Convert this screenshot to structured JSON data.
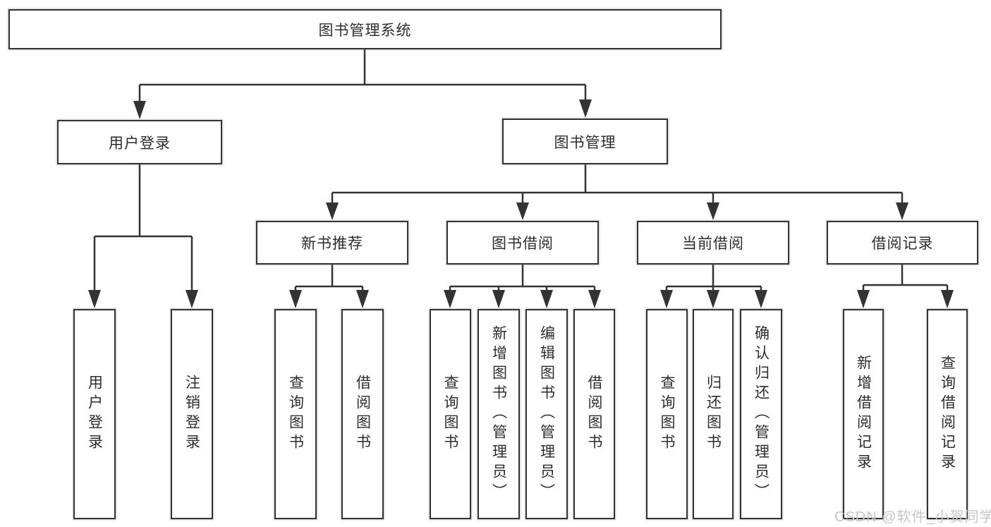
{
  "diagram": {
    "title": "图书管理系统",
    "level2": {
      "user_login": "用户登录",
      "book_mgmt": "图书管理"
    },
    "level3": {
      "new_book_rec": "新书推荐",
      "book_borrow": "图书借阅",
      "current_borrow": "当前借阅",
      "borrow_records": "借阅记录"
    },
    "leaves": {
      "user_login": "用户登录",
      "logout": "注销登录",
      "query_book_a": "查询图书",
      "borrow_book_a": "借阅图书",
      "query_book_b": "查询图书",
      "add_book": "新增图书（管理员）",
      "edit_book": "编辑图书（管理员）",
      "borrow_book_b": "借阅图书",
      "query_book_c": "查询图书",
      "return_book": "归还图书",
      "confirm_return": "确认归还（管理员）",
      "add_record": "新增借阅记录",
      "query_record": "查询借阅记录"
    },
    "watermark": "CSDN @软件_小贺同学"
  },
  "colors": {
    "line": "#333333",
    "text": "#2d2d2d",
    "watermark": "#c6c6c6",
    "background": "#ffffff"
  }
}
